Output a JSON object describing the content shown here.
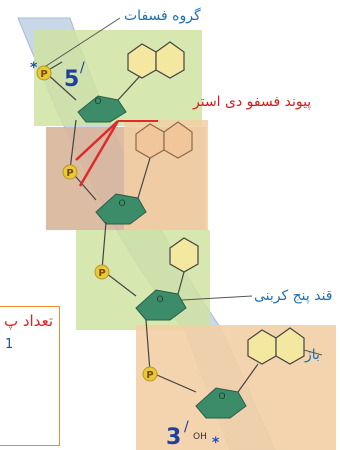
{
  "labels": {
    "phosphate_group": "گروه فسفات",
    "phosphodiester_bond": "پیوند فسفو دی استر",
    "five_carbon_sugar": "قند پنج کربنی",
    "base": "باز"
  },
  "markers": {
    "five_prime": "5",
    "three_prime": "3",
    "prime_mark": "/",
    "asterisk": "*",
    "phosphate_letter": "P",
    "sugar_letter": "O",
    "hydroxyl": "OH"
  },
  "callout": {
    "title": "تعداد پ",
    "line": "1"
  },
  "colors": {
    "backbone_band": "#c9d8e8",
    "phosphate": "#e8c93a",
    "sugar": "#3c8c6a",
    "base_fill": "#f4e7a0",
    "panel_green": "#cfe3a2",
    "panel_peach": "#f3cfa5",
    "panel_brown": "#d9b59a",
    "bond_red": "#e02a2a",
    "label_blue": "#1f6fb3",
    "callout_border": "#f08a2a"
  }
}
